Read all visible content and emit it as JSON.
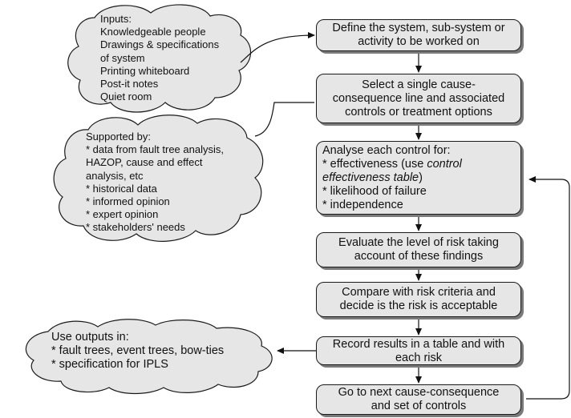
{
  "clouds": {
    "inputs": {
      "lines": [
        "Inputs:",
        "Knowledgeable people",
        "Drawings & specifications",
        "of system",
        "Printing whiteboard",
        "Post-it notes",
        "Quiet room"
      ]
    },
    "supported": {
      "lines": [
        "Supported by:",
        "* data from fault tree analysis,",
        "HAZOP, cause and effect",
        "analysis, etc",
        "* historical data",
        "* informed opinion",
        "* expert opinion",
        "* stakeholders' needs"
      ]
    },
    "outputs": {
      "lines": [
        "Use outputs in:",
        "* fault trees, event trees, bow-ties",
        "* specification for IPLS"
      ]
    }
  },
  "steps": {
    "define": {
      "lines": [
        "Define the system, sub-system or",
        "activity to be worked on"
      ]
    },
    "select": {
      "lines": [
        "Select a single cause-",
        "consequence line and associated",
        "controls or treatment options"
      ]
    },
    "analyse": {
      "heading": "Analyse each control for:",
      "effectiveness_prefix": "* effectiveness (use ",
      "effectiveness_italic": "control",
      "effectiveness_italic2": "effectiveness table",
      "effectiveness_suffix": ")",
      "likelihood": "* likelihood of failure",
      "independence": "* independence"
    },
    "evaluate": {
      "lines": [
        "Evaluate the level of risk taking",
        "account of these findings"
      ]
    },
    "compare": {
      "lines": [
        "Compare with risk criteria and",
        "decide is the risk is acceptable"
      ]
    },
    "record": {
      "lines": [
        "Record results in a table and with",
        "each risk"
      ]
    },
    "next": {
      "lines": [
        "Go to next cause-consequence",
        "and set of controls"
      ]
    }
  }
}
